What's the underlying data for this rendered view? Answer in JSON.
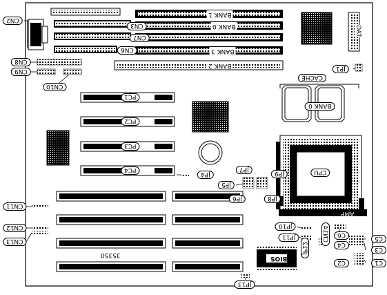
{
  "labels": {
    "cn2": "CN2",
    "cn3": "CN3",
    "cn7": "CN7",
    "cn6": "CN6",
    "cn8": "CN8",
    "cn9": "CN9",
    "cn10": "CN10",
    "cn11": "CN11",
    "cn12": "CN12",
    "cn13": "CN13",
    "cn14": "CN14",
    "bank1": "BANK 1",
    "bank0": "BANK 0",
    "bank3": "BANK 3",
    "bank2": "BANK 2",
    "tag": "TAG",
    "jp1": "JP1",
    "cache": "CACHE",
    "cache_bank0": "BANK 0",
    "pc1": "PC1",
    "pc2": "PC2",
    "pc3": "PC3",
    "pc4": "PC4",
    "jp4": "JP4",
    "jp5": "JP5",
    "jp6": "JP6",
    "jp7": "JP7",
    "jp8": "JP8",
    "jp9": "JP9",
    "cpu": "CPU",
    "amp": "AMP",
    "jp10": "JP10",
    "jp11": "JP11",
    "jp12": "JP12",
    "jp13": "JP13",
    "c1": "C1",
    "c2": "C2",
    "c3": "C3",
    "c4": "C4",
    "c5": "C5",
    "c6": "C6",
    "bios": "BIOS",
    "board_no": "35350"
  }
}
